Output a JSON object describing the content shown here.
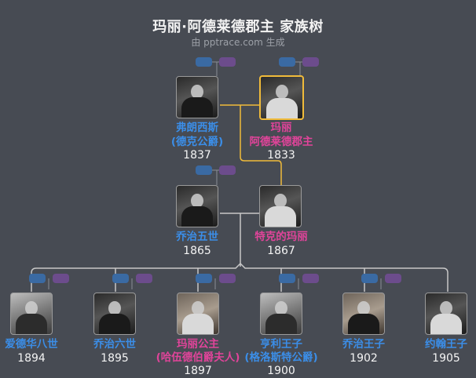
{
  "header": {
    "title": "玛丽·阿德莱德郡主 家族树",
    "subtitle": "由 pptrace.com 生成"
  },
  "colors": {
    "background": "#474b53",
    "male": "#3b8ee8",
    "female": "#e0449a",
    "selected_border": "#f0bb3a",
    "line": "#c8c8c8",
    "highlight_line": "#f0bb3a",
    "pill_blue": "#3a6aa3",
    "pill_purple": "#6c4c8c"
  },
  "generations": [
    {
      "level": 1,
      "people": [
        {
          "name_line1": "弗朗西斯",
          "name_line2": "(德克公爵)",
          "year": "1837",
          "gender": "male",
          "selected": false
        },
        {
          "name_line1": "玛丽",
          "name_line2": "阿德莱德郡主",
          "year": "1833",
          "gender": "female",
          "selected": true
        }
      ]
    },
    {
      "level": 2,
      "people": [
        {
          "name_line1": "乔治五世",
          "year": "1865",
          "gender": "male"
        },
        {
          "name_line1": "特克的玛丽",
          "year": "1867",
          "gender": "female"
        }
      ]
    },
    {
      "level": 3,
      "people": [
        {
          "name_line1": "爱德华八世",
          "year": "1894",
          "gender": "male"
        },
        {
          "name_line1": "乔治六世",
          "year": "1895",
          "gender": "male"
        },
        {
          "name_line1": "玛丽公主",
          "name_line2": "(哈伍德伯爵夫人)",
          "year": "1897",
          "gender": "female"
        },
        {
          "name_line1": "亨利王子",
          "name_line2": "(格洛斯特公爵)",
          "year": "1900",
          "gender": "male"
        },
        {
          "name_line1": "乔治王子",
          "year": "1902",
          "gender": "male"
        },
        {
          "name_line1": "约翰王子",
          "year": "1905",
          "gender": "male"
        }
      ]
    }
  ]
}
